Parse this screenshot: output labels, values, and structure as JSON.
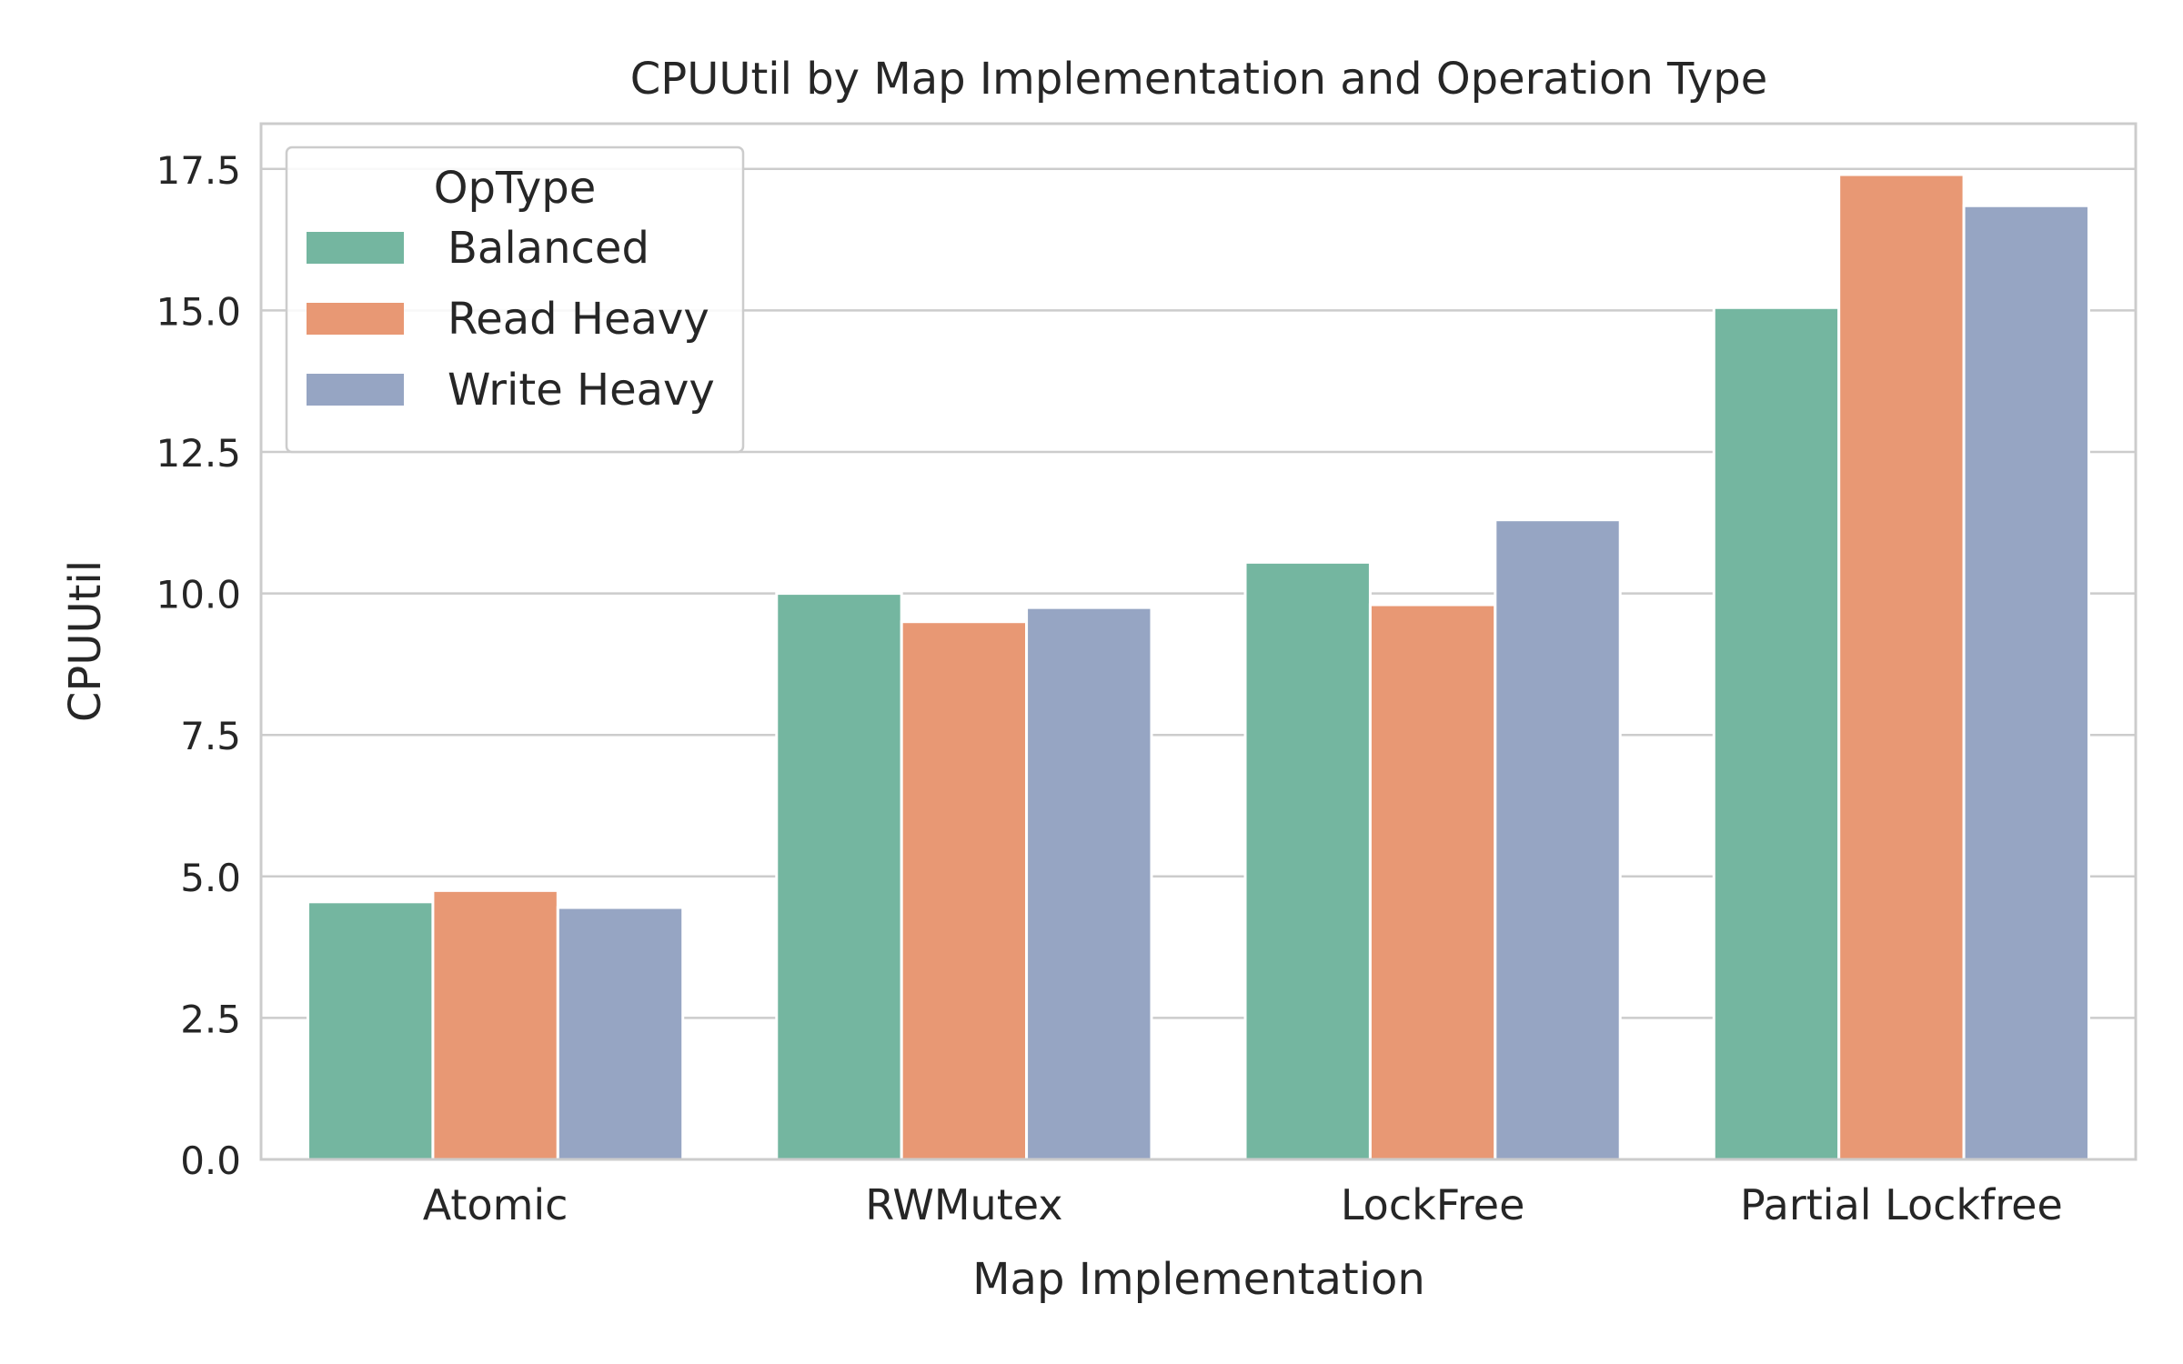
{
  "chart_data": {
    "type": "bar",
    "title": "CPUUtil by Map Implementation and Operation Type",
    "xlabel": "Map Implementation",
    "ylabel": "CPUUtil",
    "categories": [
      "Atomic",
      "RWMutex",
      "LockFree",
      "Partial Lockfree"
    ],
    "series": [
      {
        "name": "Balanced",
        "color": "#74b6a0",
        "values": [
          4.55,
          10.0,
          10.55,
          15.05
        ]
      },
      {
        "name": "Read Heavy",
        "color": "#e89874",
        "values": [
          4.75,
          9.5,
          9.8,
          17.4
        ]
      },
      {
        "name": "Write Heavy",
        "color": "#96a5c3",
        "values": [
          4.45,
          9.75,
          11.3,
          16.85
        ]
      }
    ],
    "ylim": [
      0,
      18.3
    ],
    "yticks": [
      "0.0",
      "2.5",
      "5.0",
      "7.5",
      "10.0",
      "12.5",
      "15.0",
      "17.5"
    ],
    "ytick_values": [
      0,
      2.5,
      5,
      7.5,
      10,
      12.5,
      15,
      17.5
    ],
    "grid": true,
    "legend": {
      "title": "OpType",
      "placement": "top-left"
    }
  }
}
